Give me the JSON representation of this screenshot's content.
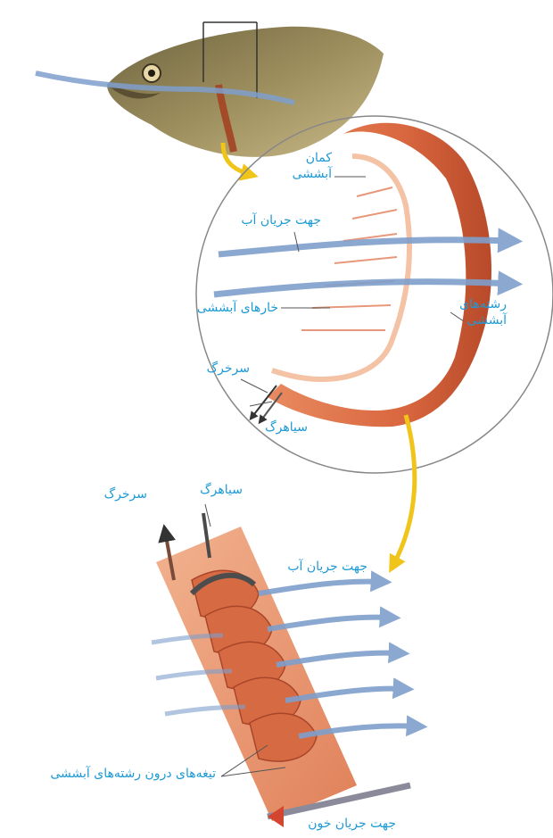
{
  "colors": {
    "label": "#1d9ad6",
    "water": "#7f9fcc",
    "tissue": "#d9673f",
    "tissue_light": "#f0a582",
    "pointer": "#f0c419",
    "blood": "#d4452f",
    "leader": "#555555"
  },
  "labels": {
    "gill_arch_line1": "کمان",
    "gill_arch_line2": "آبششی",
    "water_flow_top": "جهت جریان آب",
    "gill_rakers": "خارهای آبششی",
    "gill_filaments_line1": "رشته‌های",
    "gill_filaments_line2": "آبششی",
    "artery_top": "سرخرگ",
    "vein_top": "سیاهرگ",
    "vein_bottom": "سیاهرگ",
    "artery_bottom": "سرخرگ",
    "water_flow_bottom": "جهت جریان آب",
    "lamellae": "تیغه‌های درون رشته‌های آبششی",
    "blood_flow": "جهت جریان خون"
  }
}
